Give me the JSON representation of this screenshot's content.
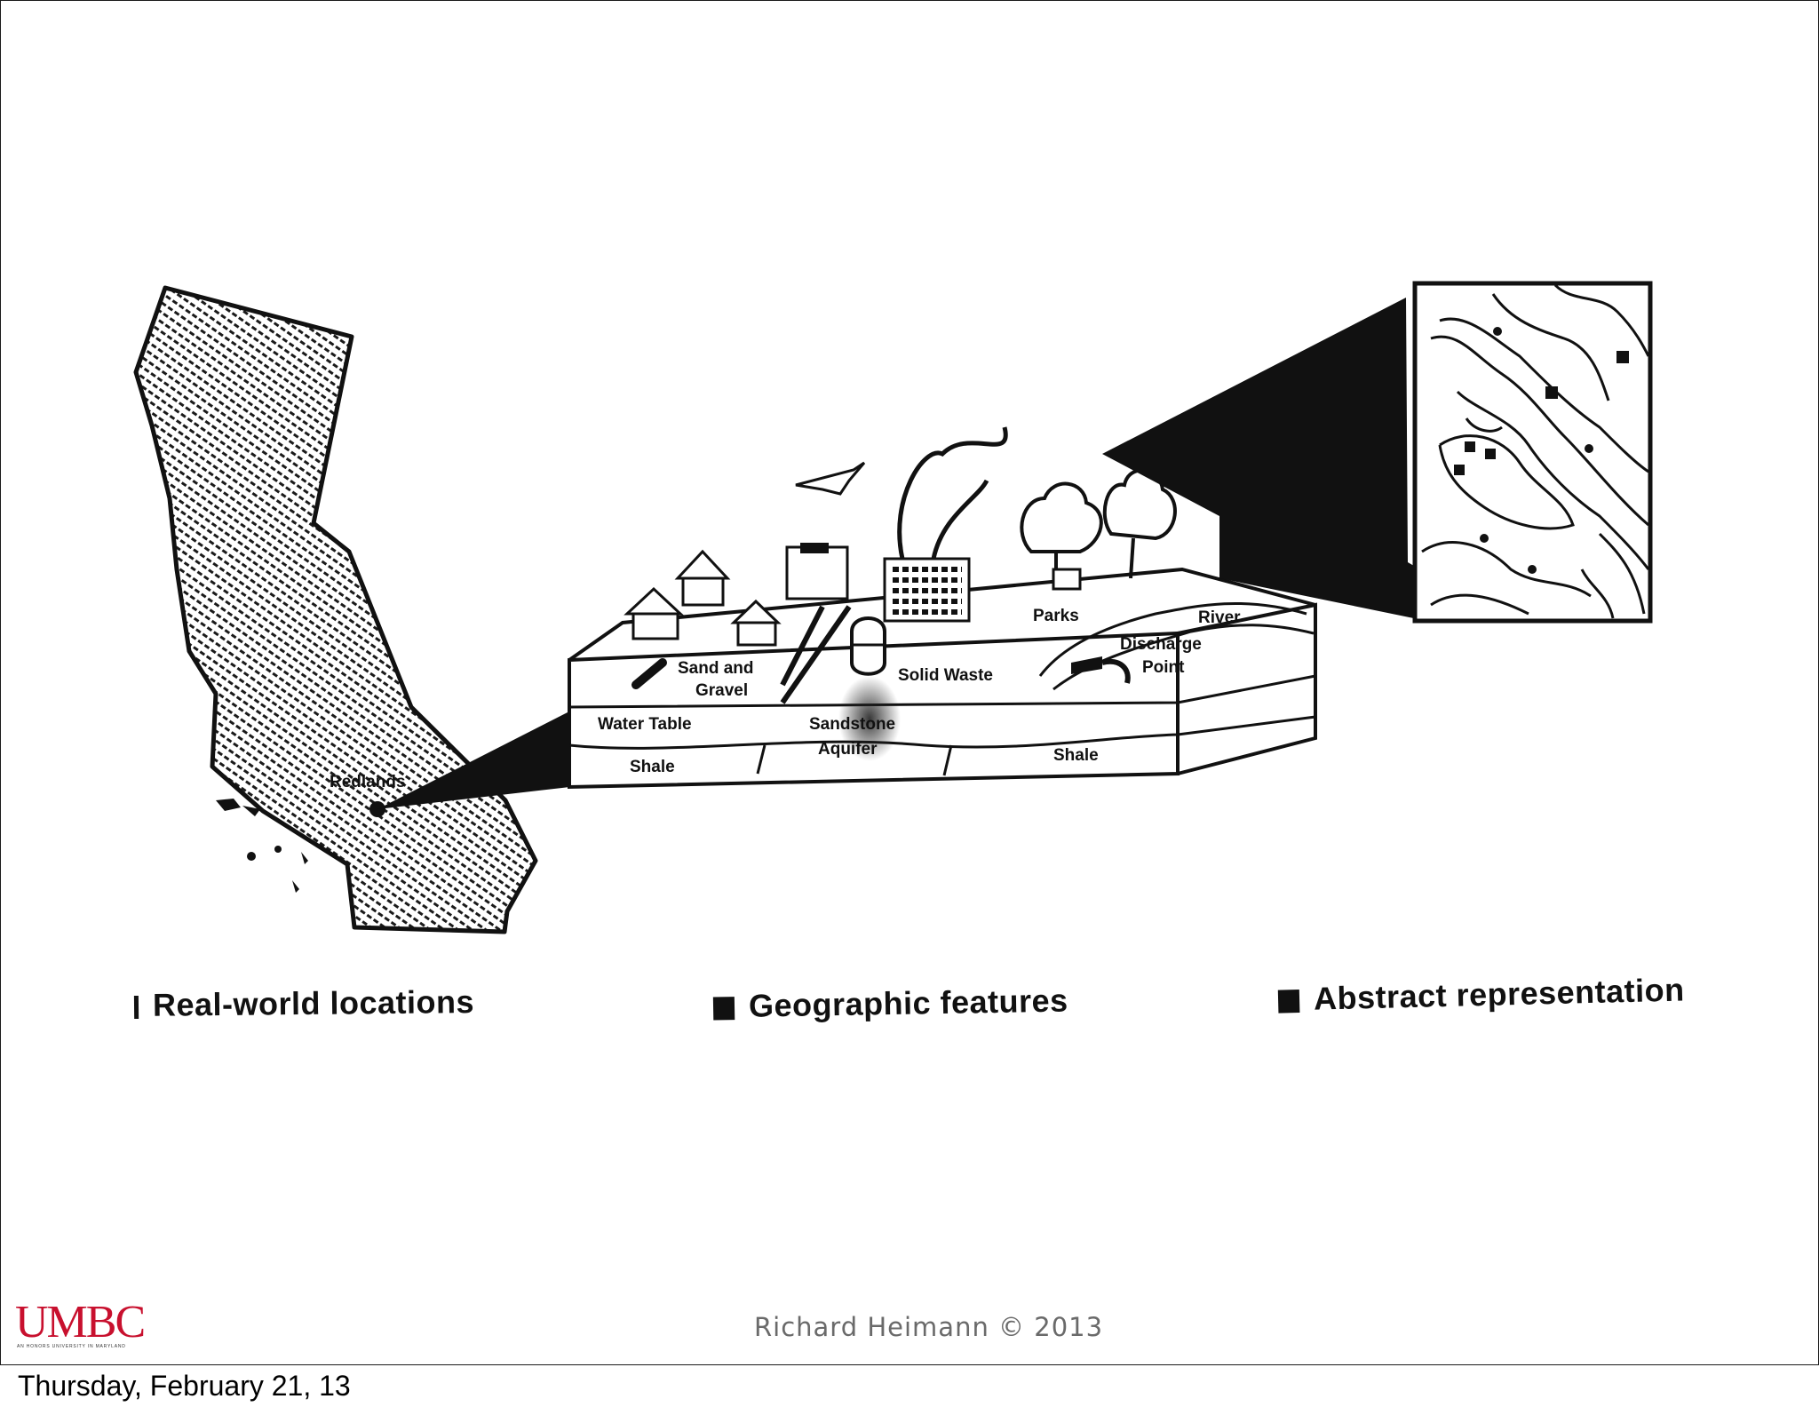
{
  "figure": {
    "captions": {
      "real_world": "Real-world locations",
      "geographic": "Geographic features",
      "abstract": "Abstract representation"
    },
    "location_label": "Redlands",
    "block_labels": {
      "sand_gravel_1": "Sand and",
      "sand_gravel_2": "Gravel",
      "solid_waste": "Solid Waste",
      "parks": "Parks",
      "river": "River",
      "discharge_1": "Discharge",
      "discharge_2": "Point",
      "water_table": "Water Table",
      "sandstone_1": "Sandstone",
      "sandstone_2": "Aquifer",
      "shale_left": "Shale",
      "shale_right": "Shale"
    }
  },
  "footer": {
    "logo_text": "UMBC",
    "logo_subtext": "AN HONORS UNIVERSITY IN MARYLAND",
    "copyright": "Richard Heimann © 2013"
  },
  "timestamp": "Thursday, February 21, 13",
  "colors": {
    "logo": "#c8102e",
    "ink": "#111111",
    "footer_text": "#6a6a6a"
  }
}
